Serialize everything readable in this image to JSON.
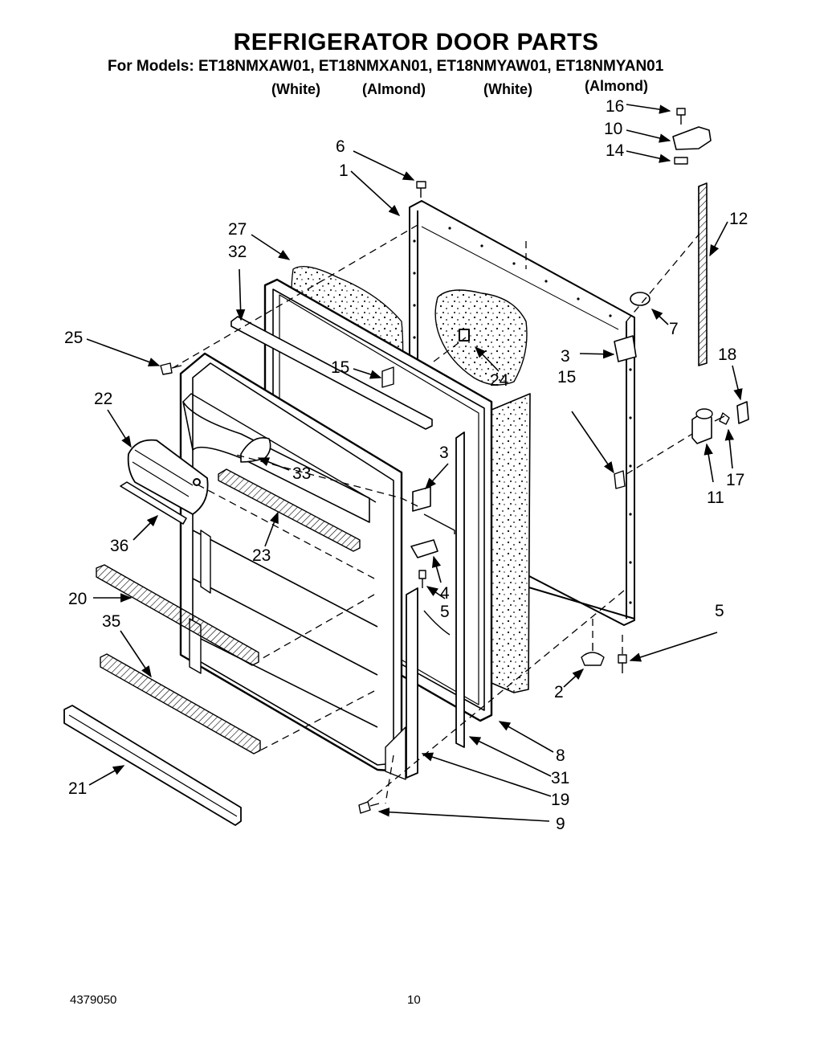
{
  "title": "REFRIGERATOR DOOR PARTS",
  "models_line": "For Models: ET18NMXAW01, ET18NMXAN01, ET18NMYAW01, ET18NMYAN01",
  "color_notes": [
    "(White)",
    "(Almond)",
    "(White)",
    "(Almond)"
  ],
  "callouts": {
    "c1": "1",
    "c2": "2",
    "c3a": "3",
    "c3b": "3",
    "c4": "4",
    "c5a": "5",
    "c5b": "5",
    "c6": "6",
    "c7": "7",
    "c8": "8",
    "c9": "9",
    "c10": "10",
    "c11": "11",
    "c12": "12",
    "c14": "14",
    "c15a": "15",
    "c15b": "15",
    "c16": "16",
    "c17": "17",
    "c18": "18",
    "c19": "19",
    "c20": "20",
    "c21": "21",
    "c22": "22",
    "c23": "23",
    "c24": "24",
    "c25": "25",
    "c27": "27",
    "c31": "31",
    "c32": "32",
    "c33": "33",
    "c35": "35",
    "c36": "36"
  },
  "footer": {
    "doc_number": "4379050",
    "page_number": "10"
  }
}
